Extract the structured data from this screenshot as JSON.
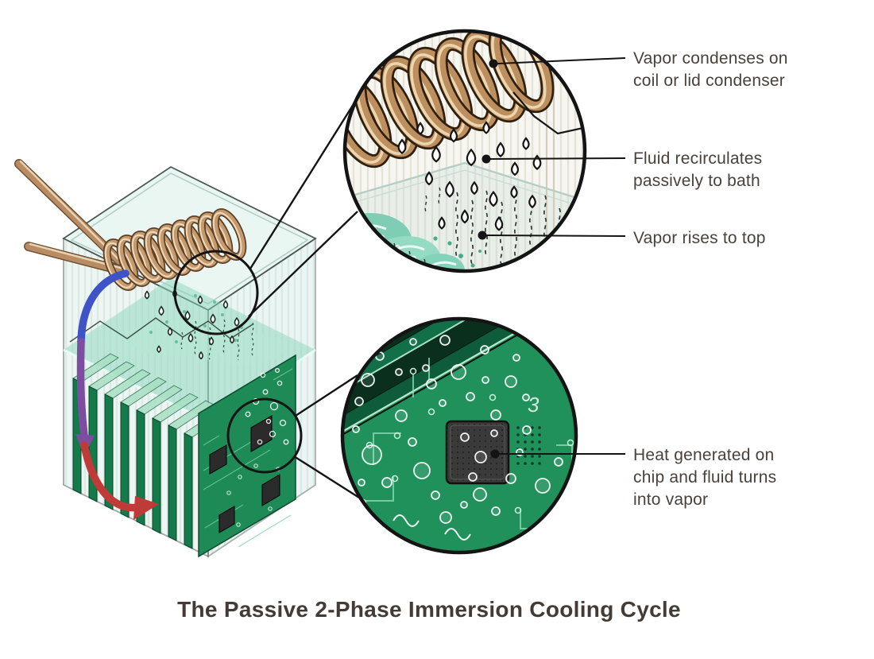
{
  "diagram": {
    "title": "The Passive 2-Phase Immersion Cooling Cycle",
    "callouts": [
      {
        "id": "condense",
        "text": "Vapor condenses on\ncoil or lid condenser"
      },
      {
        "id": "recirculate",
        "text": "Fluid recirculates\npassively to bath"
      },
      {
        "id": "rise",
        "text": "Vapor rises to top"
      },
      {
        "id": "heat",
        "text": "Heat generated on\nchip and fluid turns\ninto vapor"
      }
    ],
    "pcb_silkscreen": "3",
    "colors": {
      "copper": "#c49a6e",
      "pcb_green": "#1f8f5a",
      "fluid_teal": "#8fd6bd",
      "arrow_blue": "#4053c6",
      "arrow_purple": "#7c4da0",
      "arrow_red": "#c03a37",
      "label_text": "#4a413b",
      "outline_black": "#141414"
    }
  }
}
